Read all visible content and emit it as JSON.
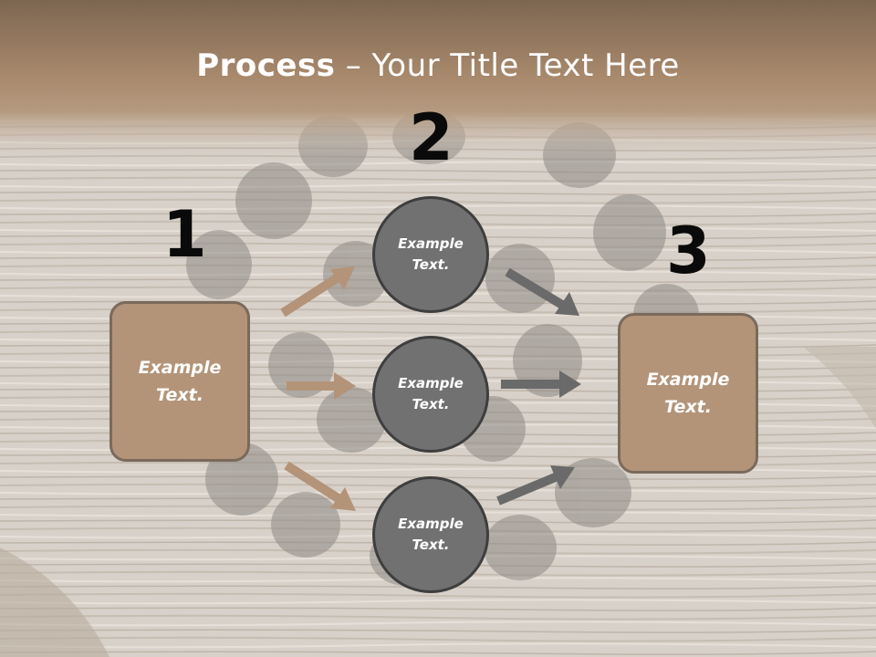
{
  "title": {
    "bold": "Process",
    "rest": " – Your Title Text Here"
  },
  "numbers": [
    "1",
    "2",
    "3"
  ],
  "left_box": {
    "text": "Example\nText."
  },
  "right_box": {
    "text": "Example\nText."
  },
  "circles": [
    {
      "text": "Example\nText."
    },
    {
      "text": "Example\nText."
    },
    {
      "text": "Example\nText."
    }
  ],
  "colors": {
    "header_brown": "#a98a6d",
    "box_fill": "#b39478",
    "box_border": "#7a6a5c",
    "circle_fill": "#717171",
    "circle_border": "#3e3e3e",
    "arrow_tan": "#b39478",
    "arrow_gray": "#6a6a6a"
  }
}
